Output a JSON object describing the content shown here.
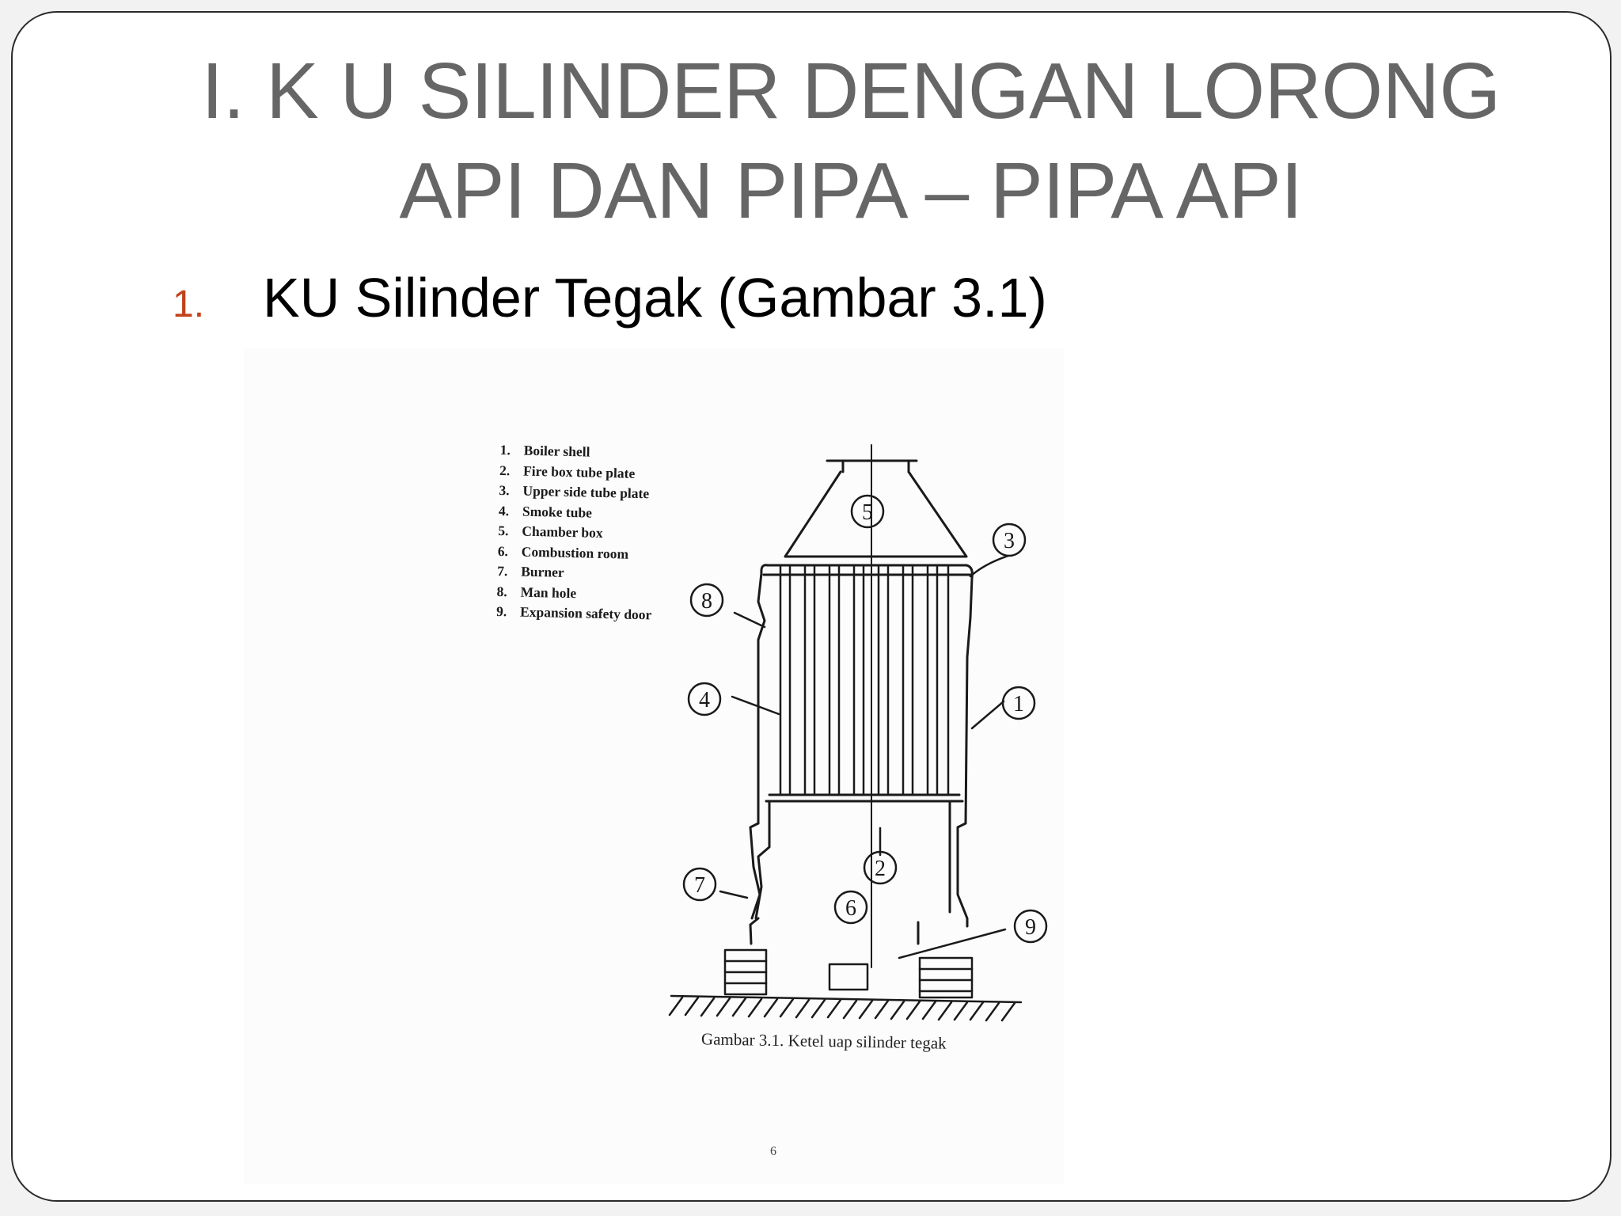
{
  "slide": {
    "title_line1": "I. K U SILINDER DENGAN LORONG",
    "title_line2": "API DAN PIPA – PIPA API",
    "bullet_number": "1.",
    "bullet_text": "KU Silinder Tegak (Gambar 3.1)"
  },
  "figure": {
    "legend": [
      {
        "num": "1.",
        "label": "Boiler shell"
      },
      {
        "num": "2.",
        "label": "Fire box tube plate"
      },
      {
        "num": "3.",
        "label": "Upper side tube plate"
      },
      {
        "num": "4.",
        "label": "Smoke tube"
      },
      {
        "num": "5.",
        "label": "Chamber box"
      },
      {
        "num": "6.",
        "label": "Combustion room"
      },
      {
        "num": "7.",
        "label": "Burner"
      },
      {
        "num": "8.",
        "label": "Man hole"
      },
      {
        "num": "9.",
        "label": "Expansion safety door"
      }
    ],
    "callouts": [
      "1",
      "2",
      "3",
      "4",
      "5",
      "6",
      "7",
      "8",
      "9"
    ],
    "caption": "Gambar 3.1. Ketel uap silinder tegak",
    "page_number": "6"
  }
}
